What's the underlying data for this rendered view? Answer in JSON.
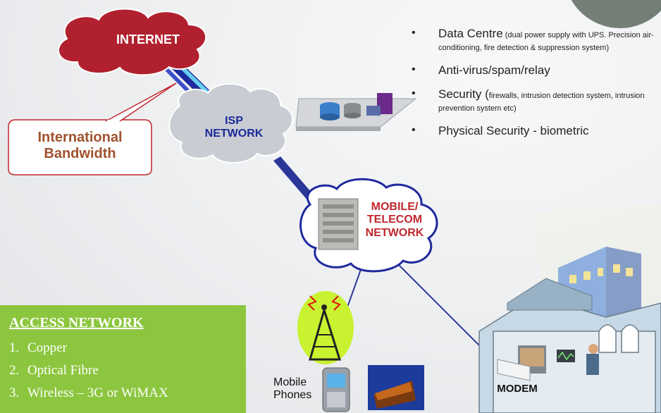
{
  "clouds": {
    "internet": "INTERNET",
    "isp_line1": "ISP",
    "isp_line2": "NETWORK",
    "mobile_line1": "MOBILE/",
    "mobile_line2": "TELECOM",
    "mobile_line3": "NETWORK"
  },
  "callout": {
    "line1": "International",
    "line2": "Bandwidth"
  },
  "bullets": [
    {
      "marker": "•",
      "main": "Data Centre",
      "detail": " (dual power supply with UPS. Precision air-conditioning, fire detection & suppression system)"
    },
    {
      "marker": "•",
      "main": "Anti-virus/spam/relay",
      "detail": ""
    },
    {
      "marker": "•",
      "main": "Security (",
      "detail": "firewalls, intrusion detection system, intrusion prevention system etc)"
    },
    {
      "marker": "•",
      "main": "Physical Security - biometric",
      "detail": ""
    }
  ],
  "access_network": {
    "title": "ACCESS NETWORK",
    "items": [
      {
        "num": "1.",
        "label": "Copper"
      },
      {
        "num": "2.",
        "label": "Optical Fibre"
      },
      {
        "num": "3.",
        "label": "Wireless – 3G or WiMAX"
      }
    ]
  },
  "devices": {
    "mobile_line1": "Mobile",
    "mobile_line2": "Phones",
    "modem": "MODEM"
  },
  "colors": {
    "internet_cloud": "#b0202e",
    "isp_cloud": "#c9ccd3",
    "link_blue": "#1f2a9e",
    "link_cyan": "#6ad0f0",
    "label_red": "#c0272d",
    "label_blue": "#1a2a9a",
    "access_green": "#8cc63f"
  }
}
